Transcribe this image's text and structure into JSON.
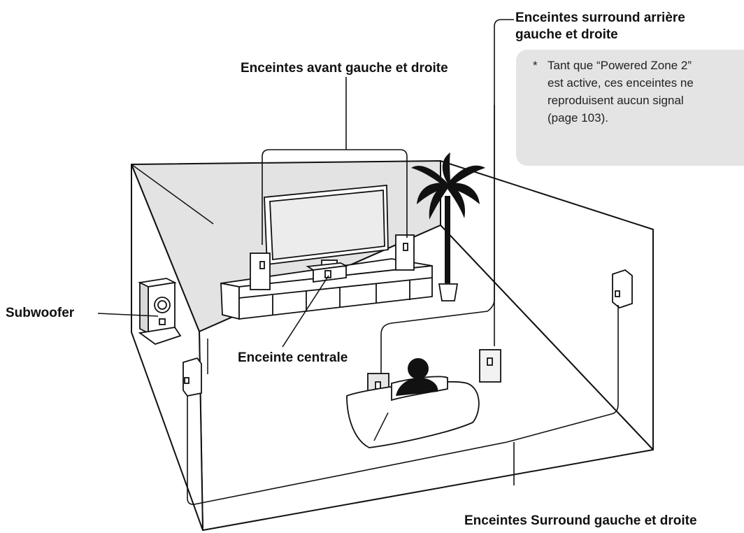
{
  "labels": {
    "front": "Enceintes avant gauche et droite",
    "surround_back_line1": "Enceintes surround arrière",
    "surround_back_line2": "gauche et droite",
    "subwoofer": "Subwoofer",
    "center": "Enceinte centrale",
    "surround": "Enceintes Surround gauche et droite"
  },
  "note": {
    "marker": "*",
    "lines": [
      "Tant que “Powered Zone 2”",
      "est active, ces enceintes ne",
      "reproduisent aucun signal",
      "(page 103)."
    ]
  },
  "colors": {
    "wall_shade": "#e3e3e3",
    "floor": "#ffffff",
    "outline": "#111111",
    "note_bg": "#e4e4e4"
  }
}
